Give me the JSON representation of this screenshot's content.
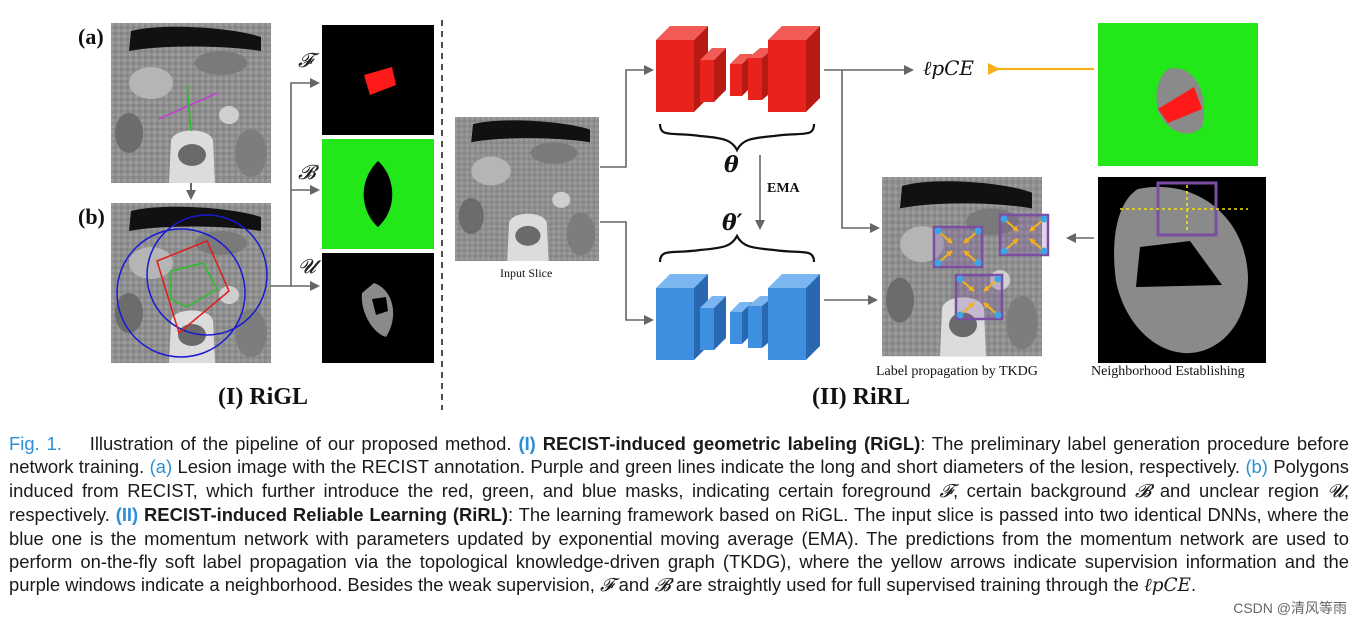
{
  "panel_labels": {
    "a": "(a)",
    "b": "(b)"
  },
  "section_titles": {
    "rigl": "(I) RiGL",
    "rirl": "(II) RiRL"
  },
  "mask_labels": {
    "foreground": "𝓕",
    "background": "𝓑",
    "unclear": "𝓤"
  },
  "image_labels": {
    "input_slice": "Input Slice",
    "label_propagation": "Label propagation by TKDG",
    "neighborhood": "Neighborhood Establishing"
  },
  "network": {
    "theta": "θ",
    "theta_prime": "θ′",
    "ema": "EMA",
    "loss": "ℓpCE"
  },
  "colors": {
    "student_net": "#e8231c",
    "teacher_net": "#3e8fe0",
    "foreground_mask": "#ff1a1a",
    "background_mask": "#22e81a",
    "unclear_mask": "#8a8a8a",
    "supervision_arrow": "#f5b01b",
    "neighborhood_window": "#7b4ea3",
    "caption_accent": "#2b8fd6"
  },
  "caption": {
    "fig": "Fig. 1.",
    "intro": "Illustration of the pipeline of our proposed method.",
    "part1_tag": "(I)",
    "part1_title": "RECIST-induced geometric labeling (RiGL)",
    "part1_text": ": The preliminary label generation procedure before network training.",
    "a_tag": "(a)",
    "a_text": "Lesion image with the RECIST annotation. Purple and green lines indicate the long and short diameters of the lesion, respectively.",
    "b_tag": "(b)",
    "b_text_1": "Polygons induced from RECIST, which further introduce the red, green, and blue masks, indicating certain foreground",
    "b_text_2": ", certain background",
    "b_text_3": "and unclear region",
    "b_text_4": ", respectively.",
    "part2_tag": "(II)",
    "part2_title": "RECIST-induced Reliable Learning (RiRL)",
    "part2_text": ": The learning framework based on RiGL. The input slice is passed into two identical DNNs, where the blue one is the momentum network with parameters updated by exponential moving average (EMA). The predictions from the momentum network are used to perform on-the-fly soft label propagation via the topological knowledge-driven graph (TKDG), where the yellow arrows indicate supervision information and the purple windows indicate a neighborhood. Besides the weak supervision,",
    "and": "and",
    "tail": "are straightly used for full supervised training through the",
    "loss": "ℓpCE",
    "end": "."
  },
  "watermark": "CSDN @清风等雨"
}
